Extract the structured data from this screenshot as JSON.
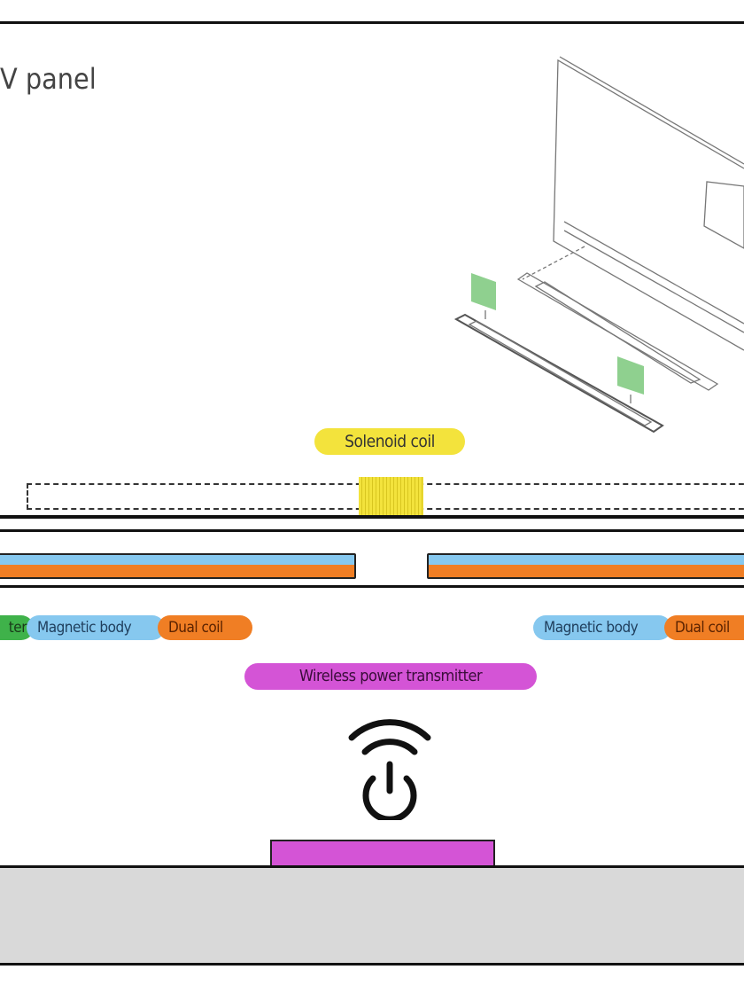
{
  "title": "V panel",
  "labels": {
    "solenoid": "Solenoid coil",
    "left_partial": "ter",
    "magnetic_left": "Magnetic body",
    "dual_left": "Dual coil",
    "magnetic_right": "Magnetic body",
    "dual_right": "Dual coil",
    "transmitter": "Wireless power transmitter"
  },
  "icons": {
    "wireless_power": "wireless-power-icon"
  },
  "colors": {
    "solenoid": "#f3e33c",
    "magnetic": "#86c8ef",
    "coil": "#f07e24",
    "receiver": "#3fb24a",
    "transmitter": "#d454d6",
    "floor": "#d9d9d9",
    "panel_green": "#8fd08f"
  }
}
